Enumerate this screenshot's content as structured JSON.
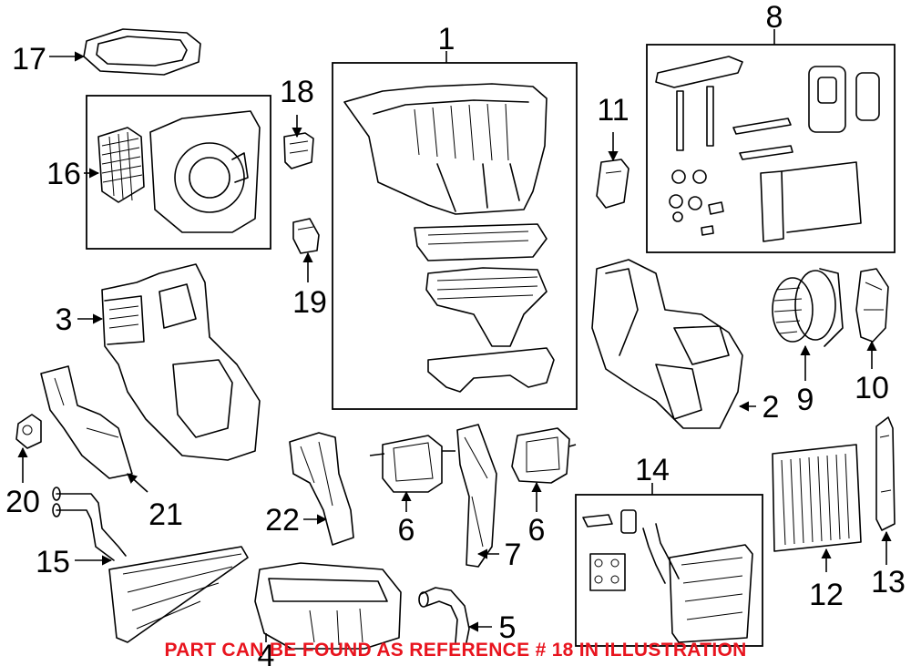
{
  "callouts": [
    "1",
    "2",
    "3",
    "4",
    "5",
    "6",
    "7",
    "8",
    "9",
    "10",
    "11",
    "12",
    "13",
    "14",
    "15",
    "16",
    "17",
    "18",
    "19",
    "20",
    "21",
    "22"
  ],
  "note": "PART CAN BE FOUND AS REFERENCE # 18 IN ILLUSTRATION",
  "colors": {
    "line": "#000000",
    "note": "#e8141e",
    "background": "#ffffff"
  }
}
